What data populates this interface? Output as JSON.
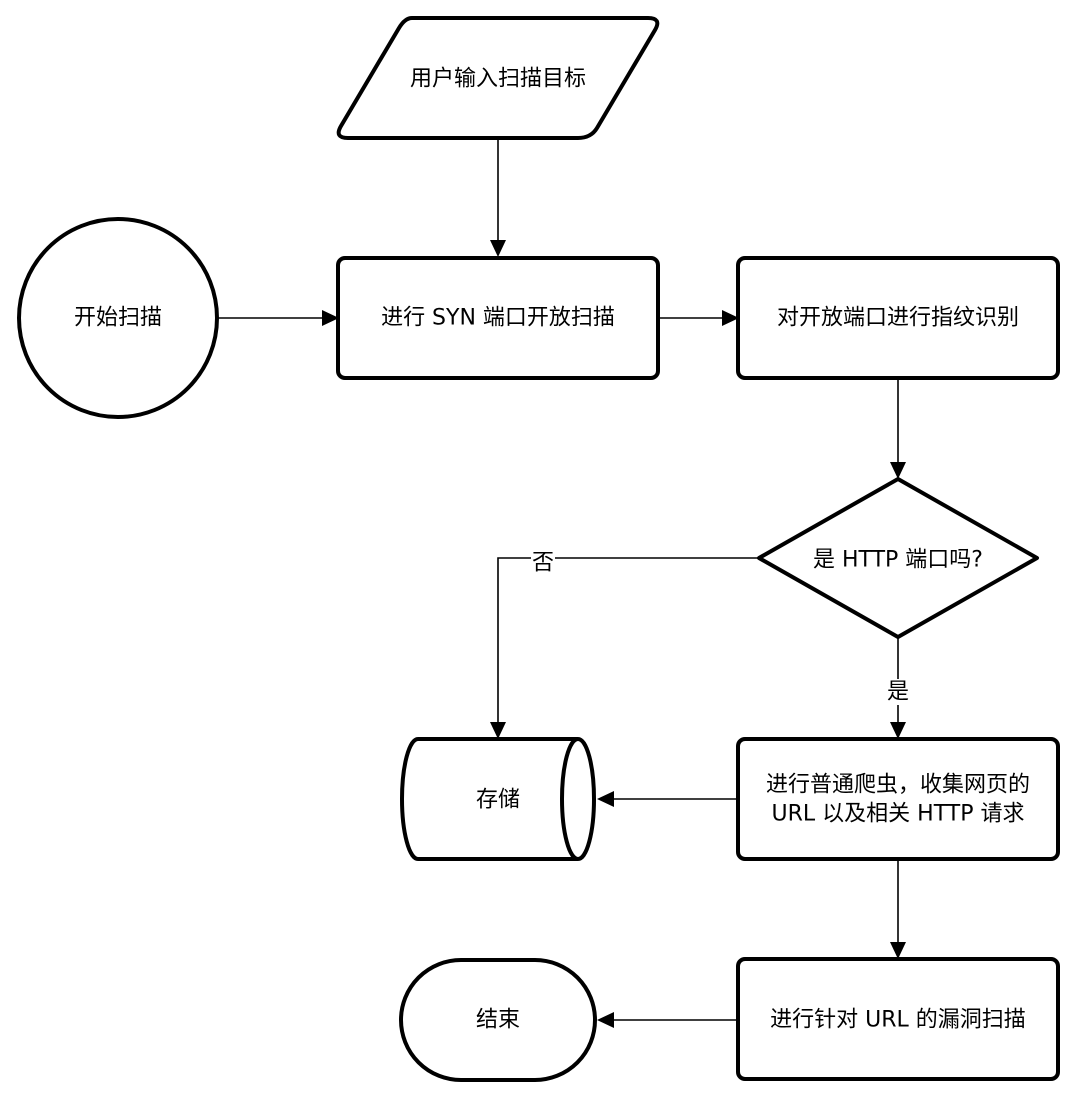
{
  "nodes": {
    "user_input": "用户输入扫描目标",
    "start": "开始扫描",
    "syn_scan": "进行 SYN 端口开放扫描",
    "fingerprint": "对开放端口进行指纹识别",
    "is_http": "是 HTTP 端口吗?",
    "storage": "存储",
    "crawl_line1": "进行普通爬虫，收集网页的",
    "crawl_line2": "URL 以及相关 HTTP 请求",
    "end": "结束",
    "vuln_scan": "进行针对 URL 的漏洞扫描"
  },
  "edges": {
    "no_label": "否",
    "yes_label": "是"
  },
  "colors": {
    "stroke": "#000000",
    "fill": "#ffffff"
  }
}
